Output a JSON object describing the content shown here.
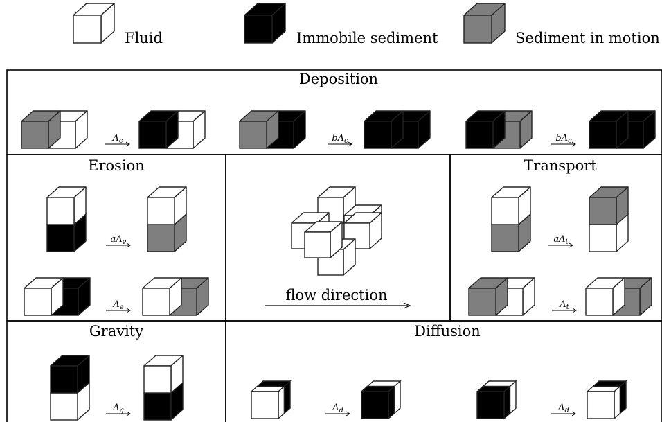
{
  "colors": {
    "fluid": "#ffffff",
    "immobile": "#000000",
    "motion": "#7f7f7f",
    "edge": "#3a3a3a"
  },
  "legend": [
    {
      "label": "Fluid",
      "state": "fluid"
    },
    {
      "label": "Immobile sediment",
      "state": "immobile"
    },
    {
      "label": "Sediment in motion",
      "state": "motion"
    }
  ],
  "panels": {
    "deposition": {
      "title": "Deposition",
      "transitions": [
        {
          "from": [
            "motion",
            "fluid"
          ],
          "to": [
            "immobile",
            "fluid"
          ],
          "rate": "Λc"
        },
        {
          "from": [
            "motion",
            "immobile"
          ],
          "to": [
            "immobile",
            "immobile"
          ],
          "rate": "bΛc"
        },
        {
          "from": [
            "immobile",
            "motion"
          ],
          "to": [
            "immobile",
            "immobile"
          ],
          "rate": "bΛc"
        }
      ]
    },
    "erosion": {
      "title": "Erosion",
      "transitions": [
        {
          "from": [
            "fluid",
            "immobile"
          ],
          "to": [
            "fluid",
            "motion"
          ],
          "rate": "aΛe"
        },
        {
          "from": [
            "fluid",
            "immobile"
          ],
          "to": [
            "fluid",
            "motion"
          ],
          "rate": "Λe"
        }
      ]
    },
    "center": {
      "label": "flow direction"
    },
    "transport": {
      "title": "Transport",
      "transitions": [
        {
          "from": [
            "fluid",
            "motion"
          ],
          "to": [
            "motion",
            "fluid"
          ],
          "rate": "aΛt"
        },
        {
          "from": [
            "motion",
            "fluid"
          ],
          "to": [
            "fluid",
            "motion"
          ],
          "rate": "Λt"
        }
      ]
    },
    "gravity": {
      "title": "Gravity",
      "transitions": [
        {
          "from": [
            "immobile",
            "fluid"
          ],
          "to": [
            "fluid",
            "immobile"
          ],
          "rate": "Λg"
        }
      ]
    },
    "diffusion": {
      "title": "Diffusion",
      "transitions": [
        {
          "from": [
            "fluid",
            "immobile"
          ],
          "to": [
            "immobile",
            "fluid"
          ],
          "rate": "Λd"
        },
        {
          "from": [
            "immobile",
            "fluid"
          ],
          "to": [
            "fluid",
            "immobile"
          ],
          "rate": "Λd"
        }
      ]
    }
  }
}
